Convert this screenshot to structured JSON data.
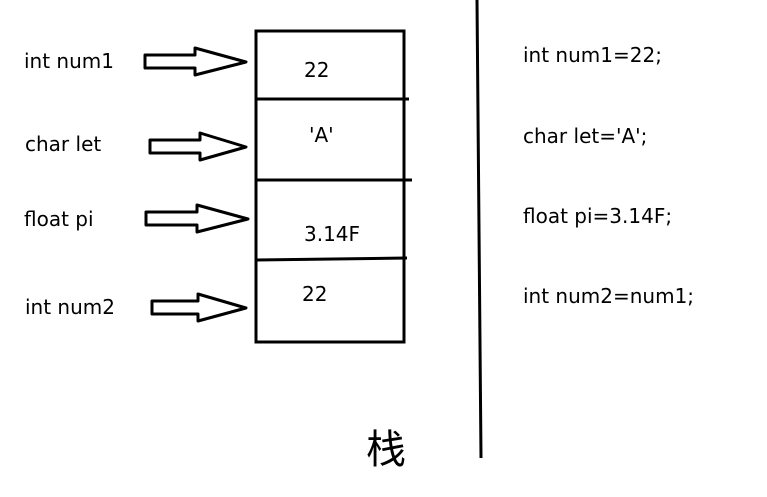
{
  "diagram": {
    "variables": [
      {
        "label": "int num1"
      },
      {
        "label": "char let"
      },
      {
        "label": "float pi"
      },
      {
        "label": "int num2"
      }
    ],
    "cells": [
      {
        "value": "22"
      },
      {
        "value": "'A'"
      },
      {
        "value": "3.14F"
      },
      {
        "value": "22"
      }
    ],
    "stack_label": "栈",
    "code_lines": [
      {
        "text": "int num1=22;"
      },
      {
        "text": "char let='A';"
      },
      {
        "text": "float pi=3.14F;"
      },
      {
        "text": "int num2=num1;"
      }
    ],
    "colors": {
      "ink": "#000000",
      "background": "#ffffff"
    }
  }
}
